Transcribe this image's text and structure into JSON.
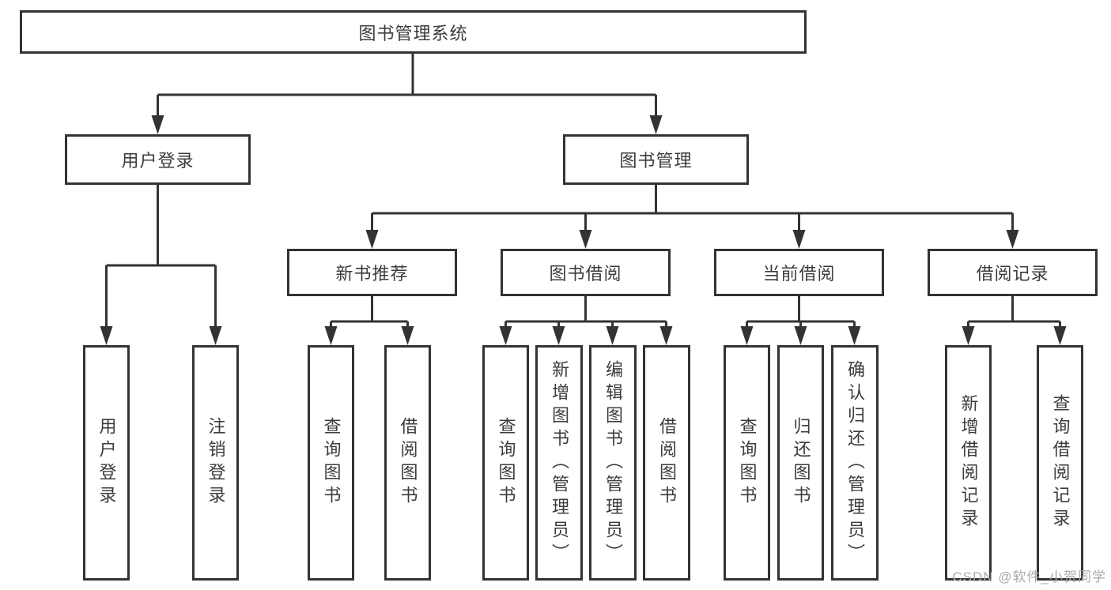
{
  "root": {
    "label": "图书管理系统"
  },
  "user_login": {
    "label": "用户登录",
    "children": [
      {
        "label": "用户登录"
      },
      {
        "label": "注销登录"
      }
    ]
  },
  "book_management": {
    "label": "图书管理",
    "sections": [
      {
        "label": "新书推荐",
        "children": [
          {
            "label": "查询图书"
          },
          {
            "label": "借阅图书"
          }
        ]
      },
      {
        "label": "图书借阅",
        "children": [
          {
            "label": "查询图书"
          },
          {
            "label": "新增图书（管理员）"
          },
          {
            "label": "编辑图书（管理员）"
          },
          {
            "label": "借阅图书"
          }
        ]
      },
      {
        "label": "当前借阅",
        "children": [
          {
            "label": "查询图书"
          },
          {
            "label": "归还图书"
          },
          {
            "label": "确认归还（管理员）"
          }
        ]
      },
      {
        "label": "借阅记录",
        "children": [
          {
            "label": "新增借阅记录"
          },
          {
            "label": "查询借阅记录"
          }
        ]
      }
    ]
  },
  "watermark": "CSDN @软件_小贺同学",
  "colors": {
    "line": "#333333",
    "text": "#3c3c3c",
    "watermark": "#ababab",
    "bg": "#ffffff"
  }
}
